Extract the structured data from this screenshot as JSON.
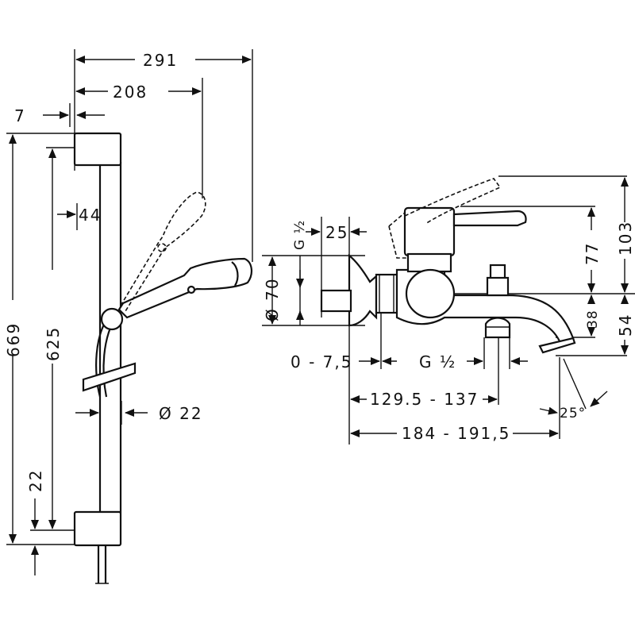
{
  "left_view": {
    "dimensions": {
      "d291": "291",
      "d208": "208",
      "d7": "7",
      "d44": "44",
      "d669": "669",
      "d625": "625",
      "d22v": "22",
      "d22dia": "Ø 22"
    }
  },
  "right_view": {
    "dimensions": {
      "g12_top": "G ½",
      "d25": "25",
      "d70": "Ø 70",
      "d103": "103",
      "d77": "77",
      "d54": "54",
      "d38": "38",
      "d0_75": "0 - 7,5",
      "g12_bottom": "G ½",
      "d129_137": "129.5 - 137",
      "d184_191": "184 - 191,5",
      "d25deg": "25°"
    }
  }
}
